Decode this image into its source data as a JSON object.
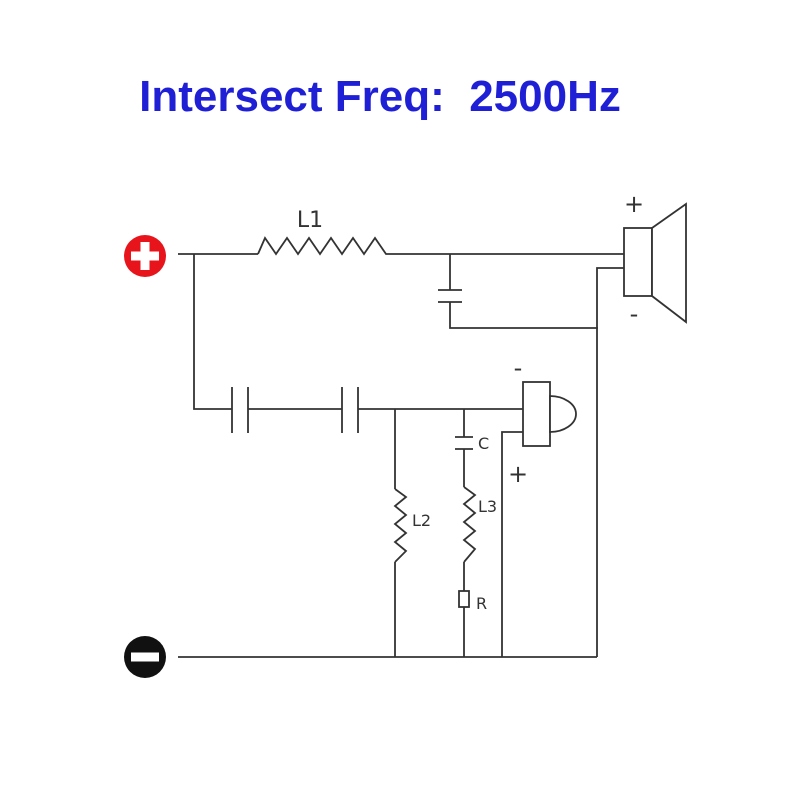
{
  "title": "Intersect Freq:  2500Hz",
  "labels": {
    "l1": "L1",
    "l2": "L2",
    "l3": "L3",
    "c": "C",
    "r": "R",
    "woofer_plus": "+",
    "woofer_minus": "-",
    "tweeter_minus": "-",
    "tweeter_plus": "+"
  },
  "terminals": {
    "positive_color": "#e8141c",
    "negative_color": "#111111"
  }
}
